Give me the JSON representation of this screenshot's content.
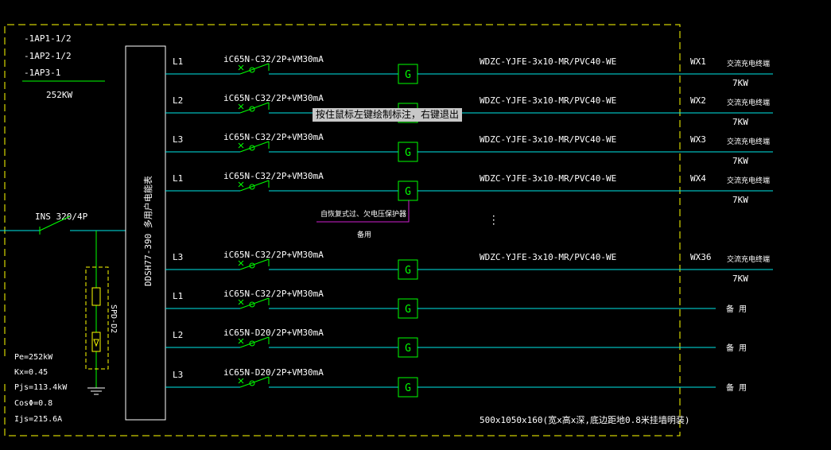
{
  "colors": {
    "background": "#000000",
    "white": "#ffffff",
    "cyan": "#00e8e8",
    "green": "#00ff00",
    "yellow": "#ffff00",
    "magenta": "#d020d0",
    "gray": "#c8c8c8"
  },
  "source_labels": [
    "-1AP1-1/2",
    "-1AP2-1/2",
    "-1AP3-1"
  ],
  "source_power": "252KW",
  "main_switch": "INS 320/4P",
  "spd_label": "SPD-D2",
  "meter_label": "DDSH77-390 多用户电能表",
  "calc": [
    "Pe=252kW",
    "Kx=0.45",
    "Pjs=113.4kW",
    "CosΦ=0.8",
    "Ijs=215.6A"
  ],
  "gate_symbol": "G",
  "circuits": [
    {
      "phase": "L1",
      "breaker": "iC65N-C32/2P+VM30mA",
      "cable": "WDZC-YJFE-3x10-MR/PVC40-WE",
      "id": "WX1",
      "load": "交流充电终端",
      "power": "7KW"
    },
    {
      "phase": "L2",
      "breaker": "iC65N-C32/2P+VM30mA",
      "cable": "WDZC-YJFE-3x10-MR/PVC40-WE",
      "id": "WX2",
      "load": "交流充电终端",
      "power": "7KW"
    },
    {
      "phase": "L3",
      "breaker": "iC65N-C32/2P+VM30mA",
      "cable": "WDZC-YJFE-3x10-MR/PVC40-WE",
      "id": "WX3",
      "load": "交流充电终端",
      "power": "7KW"
    },
    {
      "phase": "L1",
      "breaker": "iC65N-C32/2P+VM30mA",
      "cable": "WDZC-YJFE-3x10-MR/PVC40-WE",
      "id": "WX4",
      "load": "交流充电终端",
      "power": "7KW"
    },
    {
      "phase": "L3",
      "breaker": "iC65N-C32/2P+VM30mA",
      "cable": "WDZC-YJFE-3x10-MR/PVC40-WE",
      "id": "WX36",
      "load": "交流充电终端",
      "power": "7KW"
    },
    {
      "phase": "L1",
      "breaker": "iC65N-C32/2P+VM30mA",
      "cable": "",
      "id": "",
      "load": "备 用",
      "power": ""
    },
    {
      "phase": "L2",
      "breaker": "iC65N-D20/2P+VM30mA",
      "cable": "",
      "id": "",
      "load": "备 用",
      "power": ""
    },
    {
      "phase": "L3",
      "breaker": "iC65N-D20/2P+VM30mA",
      "cable": "",
      "id": "",
      "load": "备 用",
      "power": ""
    }
  ],
  "ellipsis": ":",
  "annotation_line1": "自恢复式过、欠电压保护器",
  "annotation_line2": "备用",
  "box_size_note": "500x1050x160(宽x高x深,底边距地0.8米挂墙明装)",
  "tooltip": "按住鼠标左键绘制标注，右键退出"
}
